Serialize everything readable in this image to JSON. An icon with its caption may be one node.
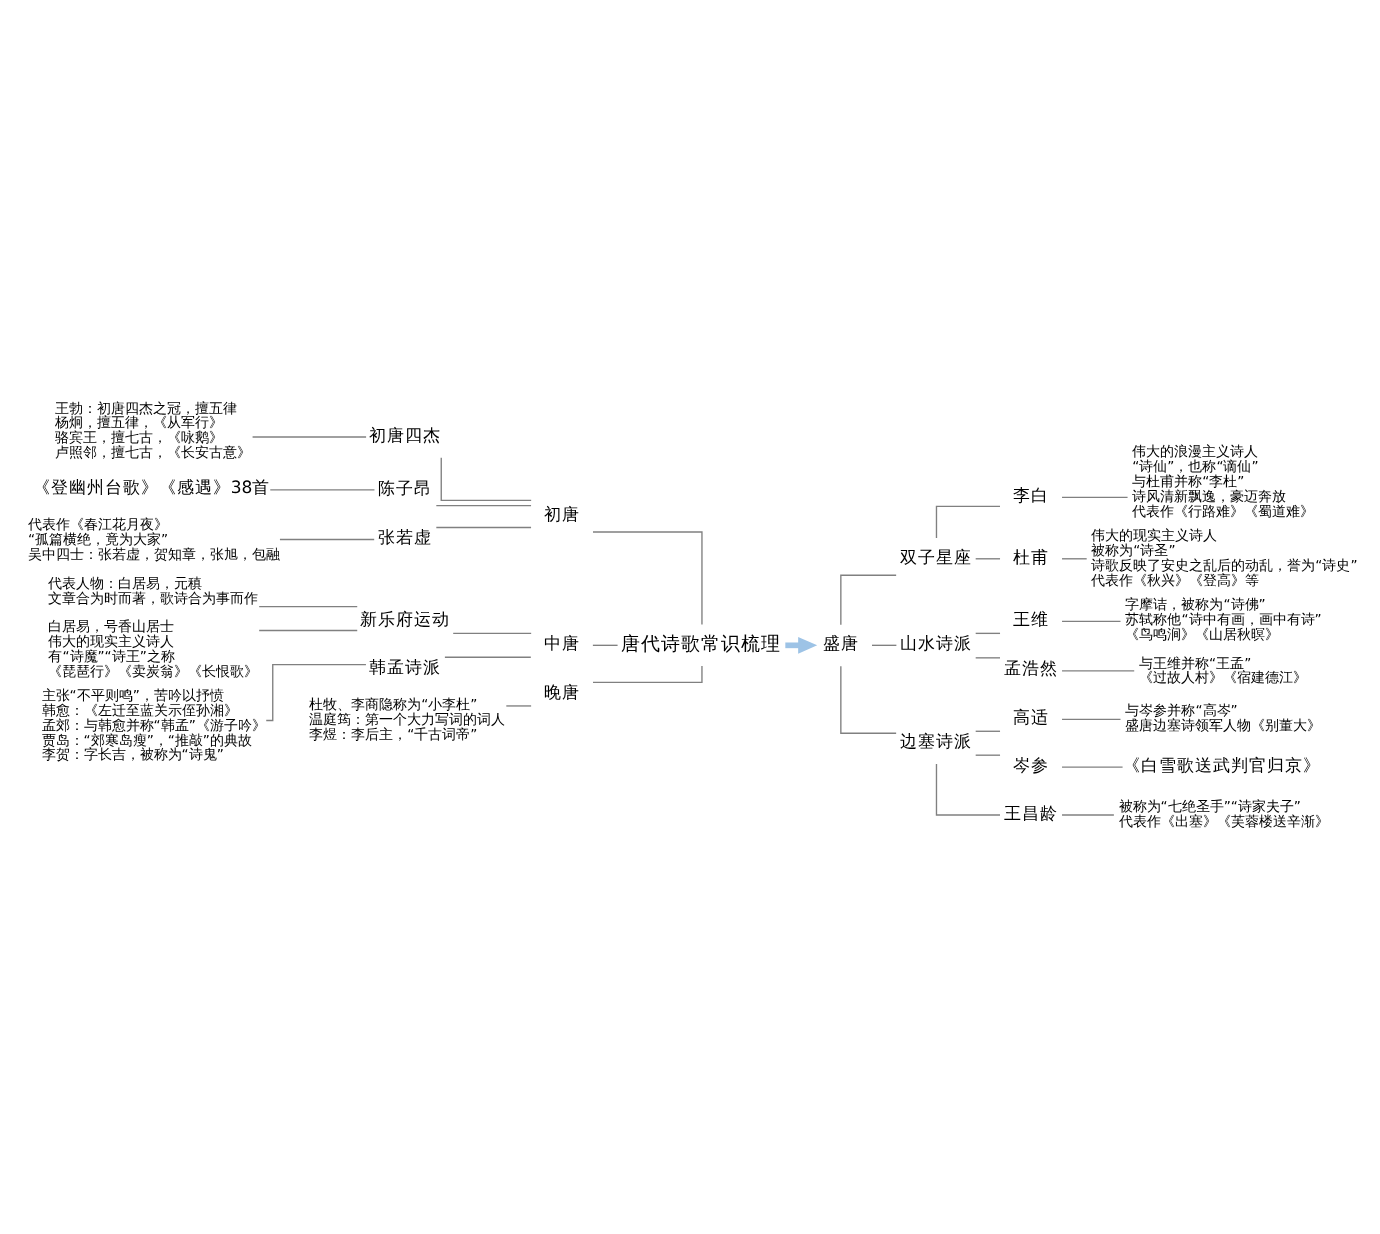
{
  "diagram": {
    "nodes": [
      {
        "text": [
          "唐代诗歌常识梳理"
        ]
      },
      {
        "text": [
          "初唐"
        ]
      },
      {
        "text": [
          "中唐"
        ]
      },
      {
        "text": [
          "晚唐"
        ]
      },
      {
        "text": [
          "盛唐"
        ]
      },
      {
        "text": [
          "初唐四杰"
        ]
      },
      {
        "text": [
          "王勃：初唐四杰之冠，擅五律",
          "杨炯，擅五律，《从军行》",
          "骆宾王，擅七古，《咏鹅》",
          "卢照邻，擅七古，《长安古意》"
        ]
      },
      {
        "text": [
          "陈子昂"
        ]
      },
      {
        "text": [
          "《登幽州台歌》《感遇》38首"
        ]
      },
      {
        "text": [
          "张若虚"
        ]
      },
      {
        "text": [
          "代表作《春江花月夜》",
          "“孤篇横绝，竟为大家”",
          "吴中四士：张若虚，贺知章，张旭，包融"
        ]
      },
      {
        "text": [
          "新乐府运动"
        ]
      },
      {
        "text": [
          "代表人物：白居易，元稹",
          "文章合为时而著，歌诗合为事而作"
        ]
      },
      {
        "text": [
          "白居易，号香山居士",
          "伟大的现实主义诗人",
          "有“诗魔”“诗王”之称",
          "《琵琶行》《卖炭翁》《长恨歌》"
        ]
      },
      {
        "text": [
          "韩孟诗派"
        ]
      },
      {
        "text": [
          "主张“不平则鸣”，苦吟以抒愤",
          "韩愈：《左迁至蓝关示侄孙湘》",
          "孟郊：与韩愈并称“韩孟”《游子吟》",
          "贾岛：“郊寒岛瘦”，“推敲”的典故",
          "李贺：字长吉，被称为“诗鬼”"
        ]
      },
      {
        "text": [
          "杜牧、李商隐称为“小李杜”",
          "温庭筠：第一个大力写词的词人",
          "李煜：李后主，“千古词帝”"
        ]
      },
      {
        "text": [
          "双子星座"
        ]
      },
      {
        "text": [
          "李白"
        ]
      },
      {
        "text": [
          "伟大的浪漫主义诗人",
          "“诗仙”，也称“谪仙”",
          "与杜甫并称“李杜”",
          "诗风清新飘逸，豪迈奔放",
          "代表作《行路难》《蜀道难》"
        ]
      },
      {
        "text": [
          "杜甫"
        ]
      },
      {
        "text": [
          "伟大的现实主义诗人",
          "被称为“诗圣”",
          "诗歌反映了安史之乱后的动乱，誉为“诗史”",
          "代表作《秋兴》《登高》等"
        ]
      },
      {
        "text": [
          "山水诗派"
        ]
      },
      {
        "text": [
          "王维"
        ]
      },
      {
        "text": [
          "字摩诘，被称为“诗佛”",
          "苏轼称他“诗中有画，画中有诗”",
          "《鸟鸣涧》《山居秋暝》"
        ]
      },
      {
        "text": [
          "孟浩然"
        ]
      },
      {
        "text": [
          "与王维并称“王孟”",
          "《过故人村》《宿建德江》"
        ]
      },
      {
        "text": [
          "边塞诗派"
        ]
      },
      {
        "text": [
          "高适"
        ]
      },
      {
        "text": [
          "与岑参并称“高岑”",
          "盛唐边塞诗领军人物《别董大》"
        ]
      },
      {
        "text": [
          "岑参"
        ]
      },
      {
        "text": [
          "《白雪歌送武判官归京》"
        ]
      },
      {
        "text": [
          "王昌龄"
        ]
      },
      {
        "text": [
          "被称为“七绝圣手”“诗家夫子”",
          "代表作《出塞》《芙蓉楼送辛渐》"
        ]
      }
    ],
    "edges": [
      {
        "from": 1,
        "to": 0,
        "arrow": "none"
      },
      {
        "from": 2,
        "to": 0,
        "arrow": "none"
      },
      {
        "from": 3,
        "to": 0,
        "arrow": "none"
      },
      {
        "from": 0,
        "to": 4,
        "arrow": "to",
        "style": "thick",
        "color": "#9dc3e6"
      },
      {
        "from": 5,
        "to": 1,
        "arrow": "none"
      },
      {
        "from": 7,
        "to": 1,
        "arrow": "none"
      },
      {
        "from": 9,
        "to": 1,
        "arrow": "none"
      },
      {
        "from": 6,
        "to": 5,
        "arrow": "none"
      },
      {
        "from": 8,
        "to": 7,
        "arrow": "none"
      },
      {
        "from": 10,
        "to": 9,
        "arrow": "none"
      },
      {
        "from": 11,
        "to": 2,
        "arrow": "none"
      },
      {
        "from": 14,
        "to": 2,
        "arrow": "none"
      },
      {
        "from": 12,
        "to": 11,
        "arrow": "none"
      },
      {
        "from": 13,
        "to": 11,
        "arrow": "none"
      },
      {
        "from": 15,
        "to": 14,
        "arrow": "none"
      },
      {
        "from": 16,
        "to": 3,
        "arrow": "none"
      },
      {
        "from": 4,
        "to": 17,
        "arrow": "none"
      },
      {
        "from": 4,
        "to": 22,
        "arrow": "none"
      },
      {
        "from": 4,
        "to": 27,
        "arrow": "none"
      },
      {
        "from": 17,
        "to": 18,
        "arrow": "none"
      },
      {
        "from": 17,
        "to": 20,
        "arrow": "none"
      },
      {
        "from": 18,
        "to": 19,
        "arrow": "none"
      },
      {
        "from": 20,
        "to": 21,
        "arrow": "none"
      },
      {
        "from": 22,
        "to": 23,
        "arrow": "none"
      },
      {
        "from": 22,
        "to": 25,
        "arrow": "none"
      },
      {
        "from": 23,
        "to": 24,
        "arrow": "none"
      },
      {
        "from": 25,
        "to": 26,
        "arrow": "none"
      },
      {
        "from": 27,
        "to": 28,
        "arrow": "none"
      },
      {
        "from": 27,
        "to": 30,
        "arrow": "none"
      },
      {
        "from": 27,
        "to": 32,
        "arrow": "none"
      },
      {
        "from": 28,
        "to": 29,
        "arrow": "none"
      },
      {
        "from": 30,
        "to": 31,
        "arrow": "none"
      },
      {
        "from": 32,
        "to": 33,
        "arrow": "none"
      }
    ]
  }
}
